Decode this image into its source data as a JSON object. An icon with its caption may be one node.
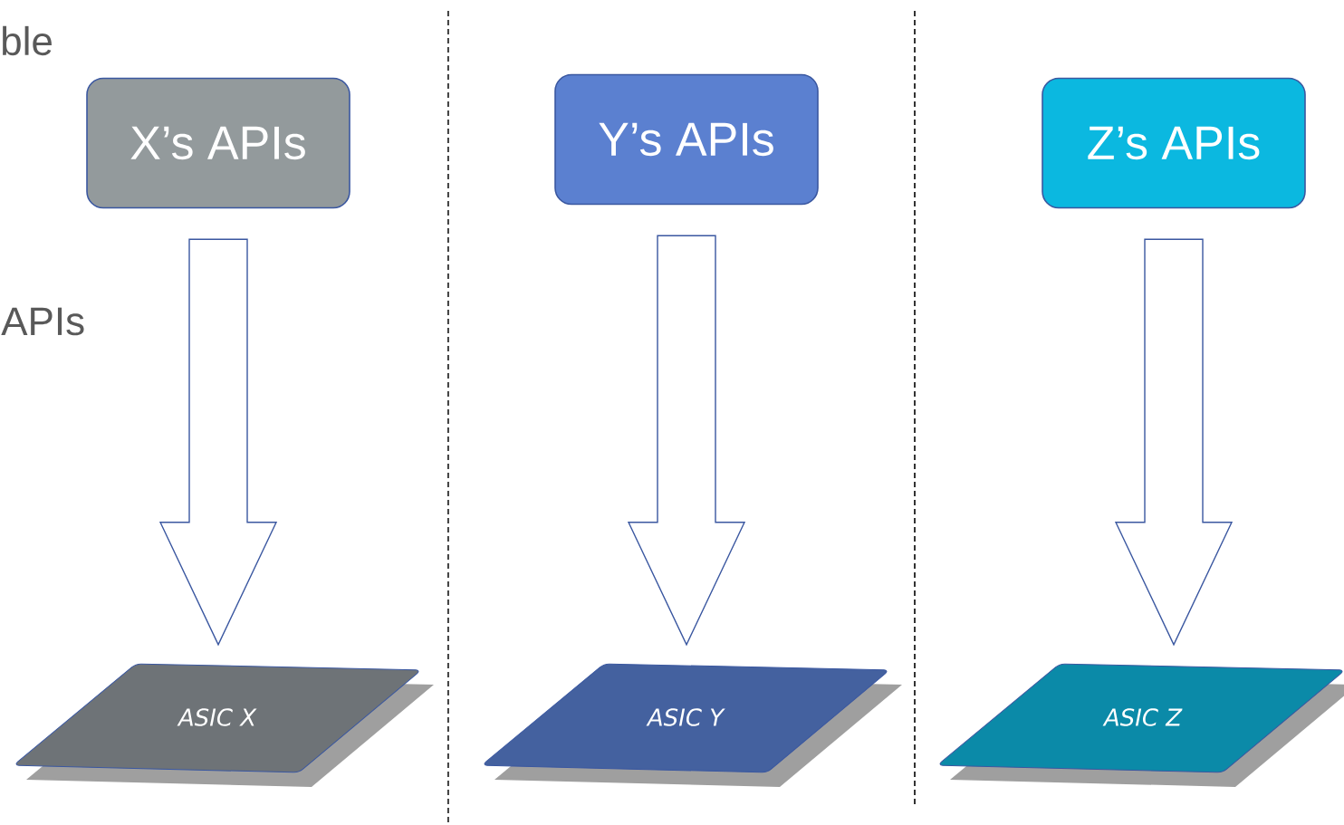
{
  "diagram": {
    "nodes": [
      {
        "text": [
          "X’s APIs"
        ]
      },
      {
        "text": [
          "Y’s APIs"
        ]
      },
      {
        "text": [
          "Z’s APIs"
        ]
      },
      {
        "text": [
          "ASIC X"
        ]
      },
      {
        "text": [
          "ASIC Y"
        ]
      },
      {
        "text": [
          "ASIC Z"
        ]
      }
    ],
    "edges": [
      {
        "from": 0,
        "to": 3,
        "arrow": "to"
      },
      {
        "from": 1,
        "to": 4,
        "arrow": "to"
      },
      {
        "from": 2,
        "to": 5,
        "arrow": "to"
      }
    ],
    "labels": [
      "ble",
      "APIs"
    ]
  }
}
